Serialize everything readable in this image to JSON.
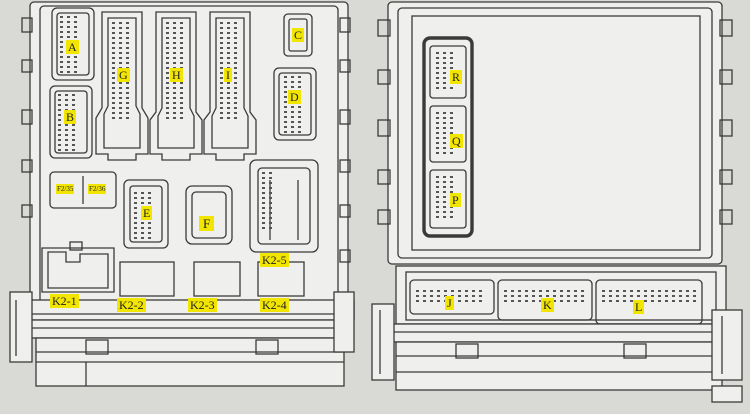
{
  "colors": {
    "background": "#d9d9d6",
    "panel": "#efefed",
    "line": "#3a3a3a",
    "label_bg": "#f2e500"
  },
  "left_panel": {
    "labels": {
      "A": "A",
      "B": "B",
      "C": "C",
      "D": "D",
      "E": "E",
      "F": "F",
      "G": "G",
      "H": "H",
      "I": "I",
      "fuse1": "F2/35",
      "fuse2": "F2/36",
      "k2_1": "K2-1",
      "k2_2": "K2-2",
      "k2_3": "K2-3",
      "k2_4": "K2-4",
      "k2_5": "K2-5"
    }
  },
  "right_panel": {
    "labels": {
      "R": "R",
      "Q": "Q",
      "P": "P",
      "J": "J",
      "K": "K",
      "L": "L"
    }
  }
}
